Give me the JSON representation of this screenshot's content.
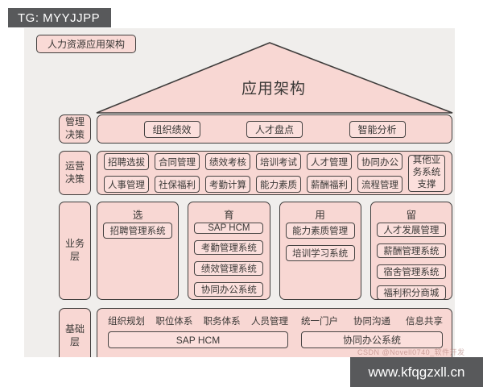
{
  "badge": "TG: MYYJJPP",
  "footer_url": "www.kfqgzxll.cn",
  "watermark": "CSDN @Novell0740_软件开发",
  "colors": {
    "panel_pink": "#f8d7d3",
    "box_pink": "#fbdfdc",
    "border_dark": "#3f3d3c",
    "screenshot_gray": "#f0eeec",
    "badge_gray": "#58595b"
  },
  "diagram": {
    "title_label": "人力资源应用架构",
    "roof_title": "应用架构",
    "management": {
      "side": "管理决策",
      "items": [
        "组织绩效",
        "人才盘点",
        "智能分析"
      ]
    },
    "operation": {
      "side": "运营决策",
      "row1": [
        "招聘选拔",
        "合同管理",
        "绩效考核",
        "培训考试",
        "人才管理",
        "协同办公"
      ],
      "row2": [
        "人事管理",
        "社保福利",
        "考勤计算",
        "能力素质",
        "薪酬福利",
        "流程管理"
      ],
      "tall": "其他业务系统支撑"
    },
    "business": {
      "side": "业务层",
      "columns": [
        {
          "title": "选",
          "items": [
            "招聘管理系统"
          ]
        },
        {
          "title": "育",
          "items": [
            "SAP HCM",
            "考勤管理系统",
            "绩效管理系统",
            "协同办公系统"
          ]
        },
        {
          "title": "用",
          "items": [
            "能力素质管理",
            "培训学习系统"
          ]
        },
        {
          "title": "留",
          "items": [
            "人才发展管理",
            "薪酬管理系统",
            "宿舍管理系统",
            "福利积分商城"
          ]
        }
      ]
    },
    "foundation": {
      "side": "基础层",
      "left_labels": [
        "组织规划",
        "职位体系",
        "职务体系",
        "人员管理"
      ],
      "right_labels": [
        "统一门户",
        "协同沟通",
        "信息共享"
      ],
      "left_box": "SAP HCM",
      "right_box": "协同办公系统"
    }
  }
}
